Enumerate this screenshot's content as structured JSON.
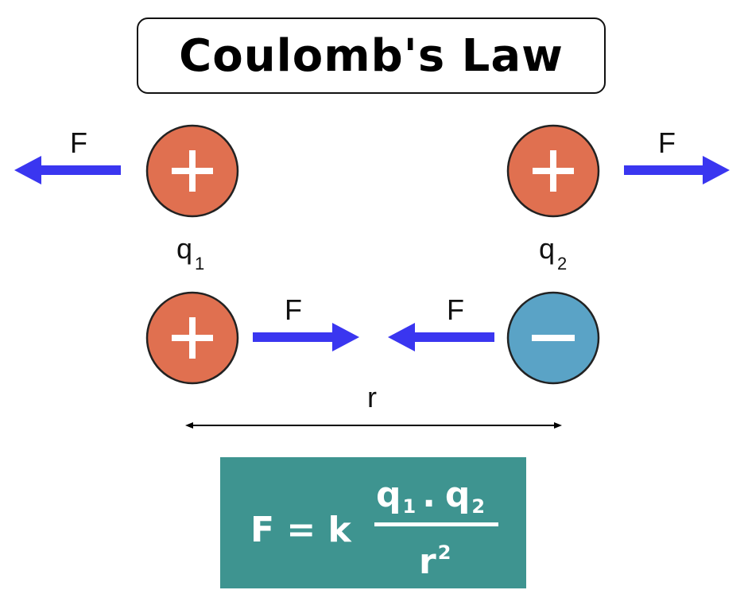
{
  "title": "Coulomb's Law",
  "labels": {
    "force": "F",
    "q1": "q",
    "q1_sub": "1",
    "q2": "q",
    "q2_sub": "2",
    "distance": "r"
  },
  "charges": {
    "top_left": "+",
    "top_right": "+",
    "bottom_left": "+",
    "bottom_right": "−"
  },
  "formula": {
    "lhs": "F = k",
    "numerator_q1": "q",
    "numerator_q1_sub": "1",
    "dot": ".",
    "numerator_q2": "q",
    "numerator_q2_sub": "2",
    "denominator": "r",
    "denominator_exp": "2"
  },
  "colors": {
    "positive_charge": "#e07050",
    "negative_charge": "#5aa3c6",
    "arrow": "#3a36f0",
    "formula_bg": "#3e9490"
  }
}
